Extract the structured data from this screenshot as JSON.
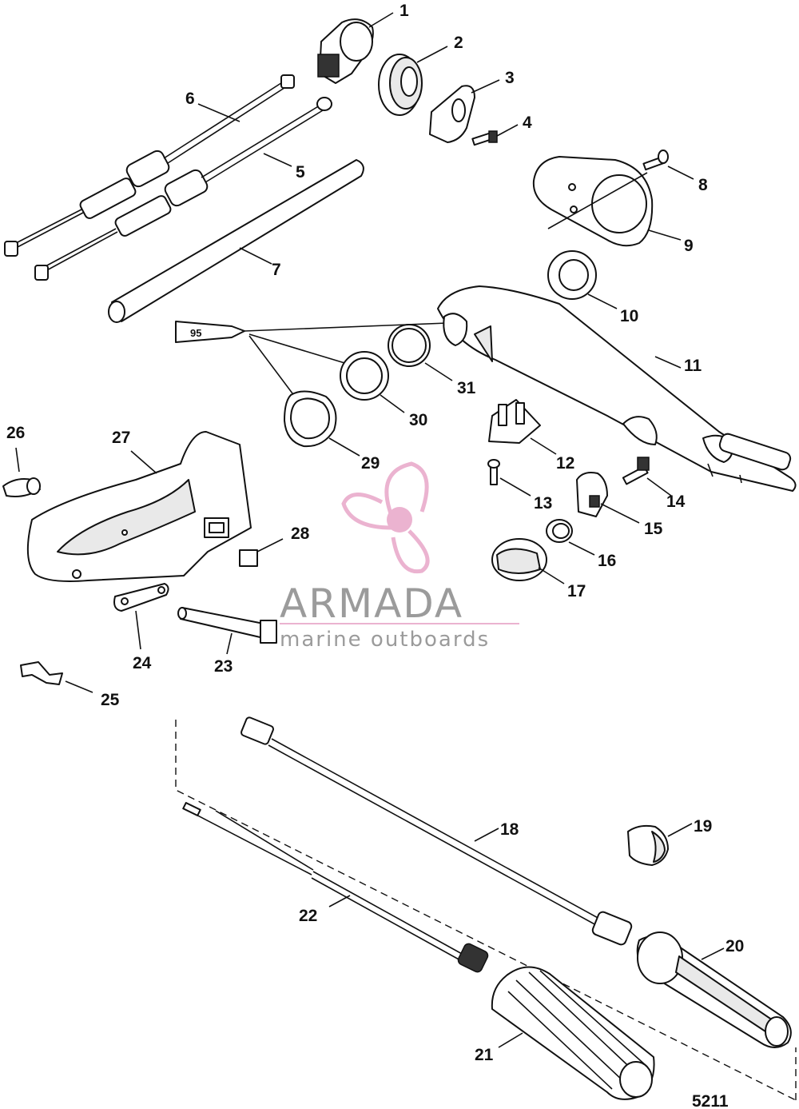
{
  "callouts": {
    "c1": "1",
    "c2": "2",
    "c3": "3",
    "c4": "4",
    "c5": "5",
    "c6": "6",
    "c7": "7",
    "c8": "8",
    "c9": "9",
    "c10": "10",
    "c11": "11",
    "c12": "12",
    "c13": "13",
    "c14": "14",
    "c15": "15",
    "c16": "16",
    "c17": "17",
    "c18": "18",
    "c19": "19",
    "c20": "20",
    "c21": "21",
    "c22": "22",
    "c23": "23",
    "c24": "24",
    "c25": "25",
    "c26": "26",
    "c27": "27",
    "c28": "28",
    "c29": "29",
    "c30": "30",
    "c31": "31"
  },
  "sealant_tube_label": "95",
  "diagram_number": "5211",
  "watermark": {
    "title": "ARMADA",
    "subtitle": "marine outboards",
    "accent_color": "#e8a6c8"
  }
}
